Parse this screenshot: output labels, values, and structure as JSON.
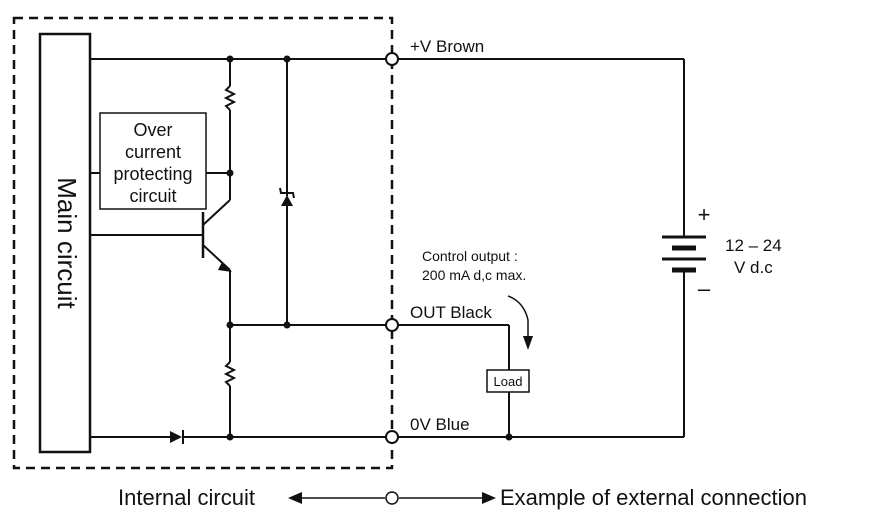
{
  "internal": {
    "main_circuit_label": "Main circuit",
    "over_current_lines": [
      "Over",
      "current",
      "protecting",
      "circuit"
    ]
  },
  "terminals": {
    "v_plus": "+V Brown",
    "out": "OUT Black",
    "zero_v": "0V Blue"
  },
  "control_output": {
    "line1": "Control output :",
    "line2": "200 mA d,c max."
  },
  "load_label": "Load",
  "supply": {
    "plus": "+",
    "minus": "–",
    "range": "12 – 24",
    "unit": "V d.c"
  },
  "legend": {
    "internal": "Internal circuit",
    "external": "Example of external connection"
  }
}
